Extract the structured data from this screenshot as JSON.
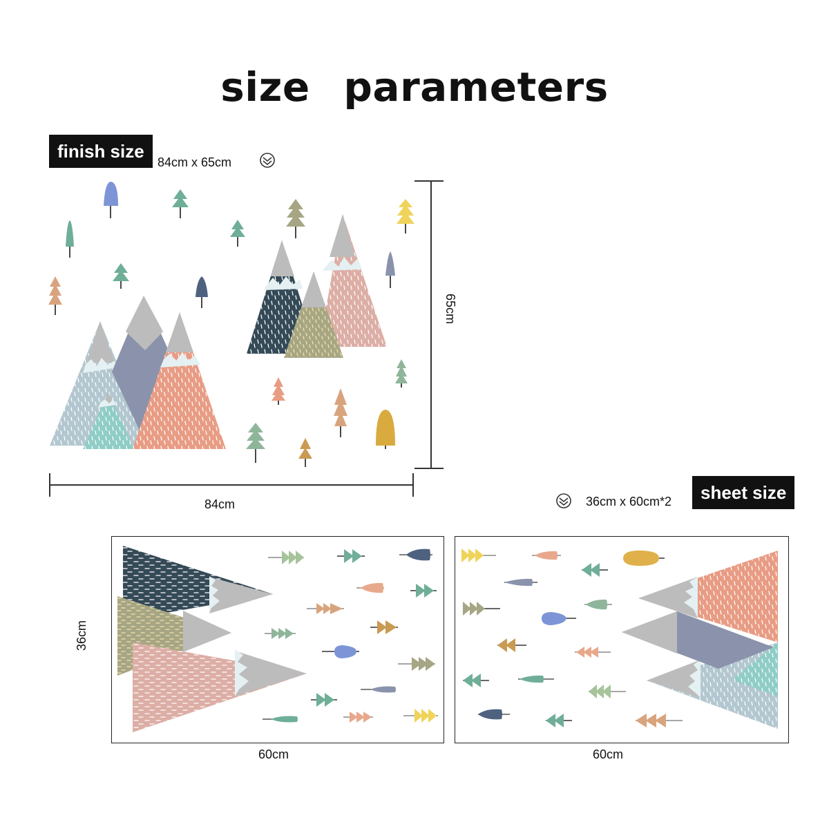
{
  "title": "size   parameters",
  "finish": {
    "tag": "finish size",
    "dimensions": "84cm x 65cm",
    "width_label": "84cm",
    "height_label": "65cm",
    "icon": "chevron-badge-icon"
  },
  "sheet": {
    "tag": "sheet size",
    "dimensions": "36cm x 60cm*2",
    "height_label": "36cm",
    "width_label_1": "60cm",
    "width_label_2": "60cm",
    "icon": "chevron-badge-icon"
  },
  "colors": {
    "navy": "#354a57",
    "olive": "#a6a685",
    "pink": "#dcaea5",
    "salmon": "#e89c84",
    "slate": "#8a93ab",
    "ice": "#b3c7d0",
    "mint": "#8fcdc6",
    "grey": "#bcbcbc",
    "snow": "#e4f0f2",
    "green": "#6fae97",
    "blue": "#7d95d6",
    "yellow": "#f0d35a",
    "tan": "#c99a72",
    "ochre": "#d4a443"
  }
}
